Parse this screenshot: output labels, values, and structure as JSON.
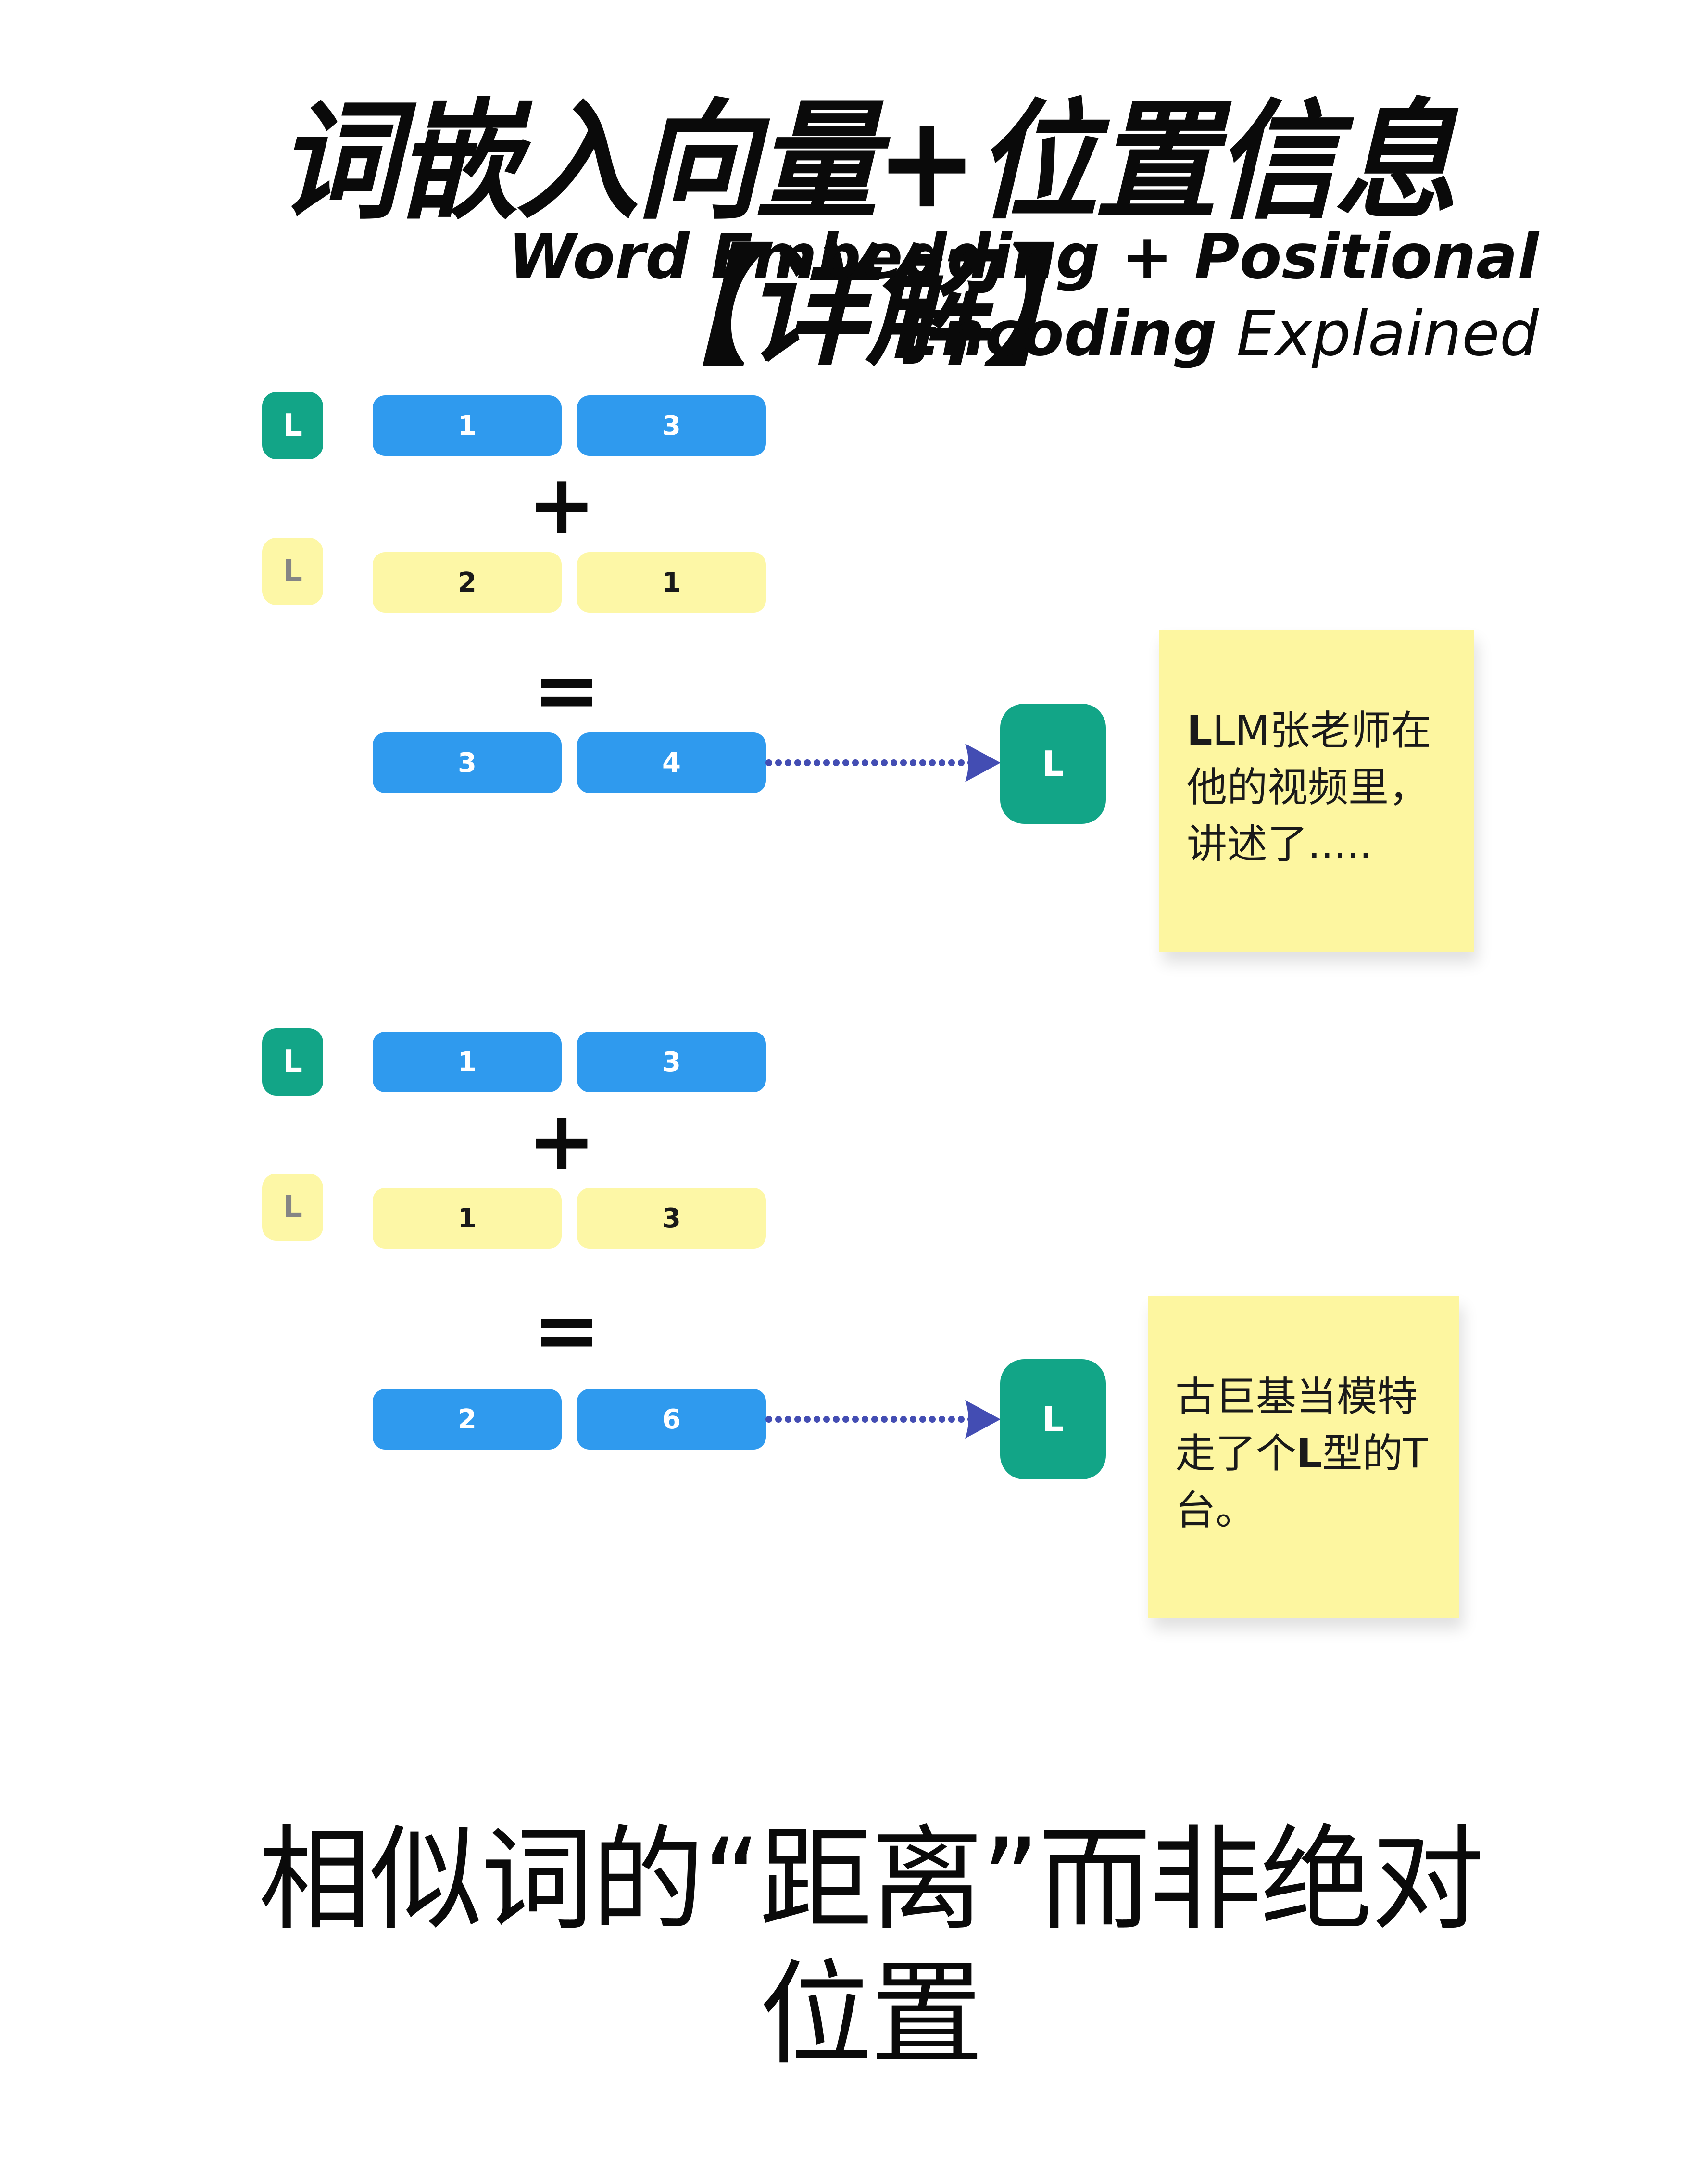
{
  "header": {
    "title_cn": "词嵌入向量+位置信息【详解】",
    "subtitle_bold": "Word Embedding + Positional Encoding",
    "subtitle_regular": "Explained"
  },
  "colors": {
    "token_green": "#12a587",
    "embedding_blue": "#2f9aee",
    "position_yellow": "#fdf7a6",
    "arrow_indigo": "#434db3",
    "sticky_yellow": "#fdf6a0"
  },
  "examples": [
    {
      "token_label": "L",
      "position_label": "L",
      "embedding": [
        "1",
        "3"
      ],
      "plus": "+",
      "position_encoding": [
        "2",
        "1"
      ],
      "equals": "=",
      "result": [
        "3",
        "4"
      ],
      "output_label": "L",
      "note": {
        "lead_bold": "L",
        "text": "LM张老师在他的视频里，讲述了....."
      }
    },
    {
      "token_label": "L",
      "position_label": "L",
      "embedding": [
        "1",
        "3"
      ],
      "plus": "+",
      "position_encoding": [
        "1",
        "3"
      ],
      "equals": "=",
      "result": [
        "2",
        "6"
      ],
      "output_label": "L",
      "note": {
        "before": "古巨基当模特走了个",
        "bold": "L",
        "after": "型的T台。"
      }
    }
  ],
  "footer": {
    "caption": "相似词的“距离”而非绝对位置"
  }
}
